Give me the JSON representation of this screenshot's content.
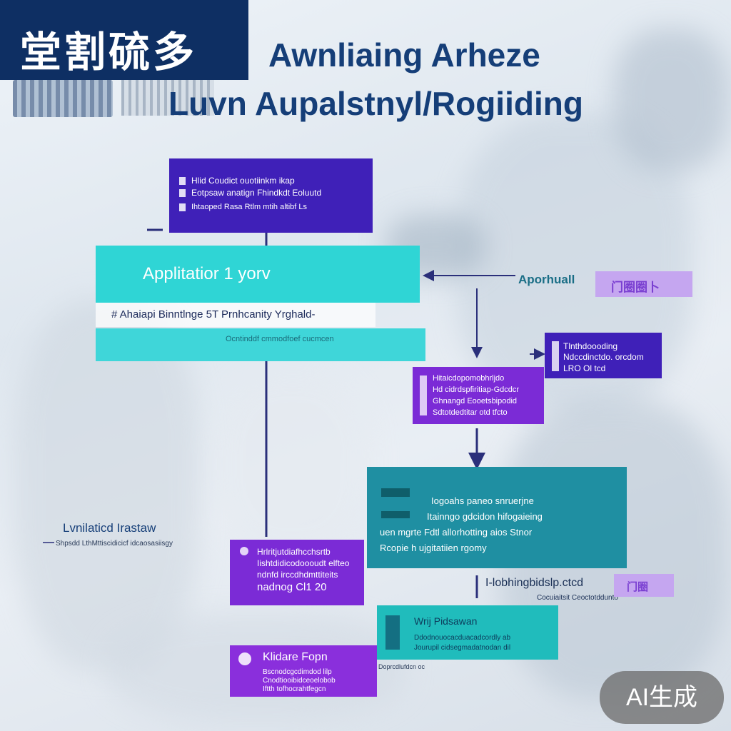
{
  "header": {
    "badge_text": "堂割硫多",
    "title_line1": "Awnliaing Arheze",
    "title_line2": "Luvn Aupalstnyl/Rogiiding"
  },
  "top_box": {
    "rows": [
      "Hlid Coudict ouotiinkm ikap",
      "Eotpsaw anatign Fhindkdt Eoluutd",
      "Ihtaoped Rasa Rtlm mtih altibf Ls"
    ]
  },
  "main_bar": {
    "label": "Applitatior 1 yorv",
    "sub_label": "# Ahaiapi Binntlnge 5T Prnhcanity Yrghald-",
    "caption": "Ocntinddf cmmodfoef cucmcen"
  },
  "reference": {
    "label": "Aporhuall",
    "chip": "门圈圈卜"
  },
  "right_box": {
    "rows": [
      "Tlnthdoooding",
      "Ndccdinctdo. orcdom",
      "LRO Ol tcd"
    ]
  },
  "mid_box": {
    "rows": [
      "Hitaicdopomobhrljdo",
      "Hd cidrdspfiritiap-Gdcdcr",
      "Ghnangd Eooetsbipodid",
      "Sdtotdedtitar otd tfcto"
    ]
  },
  "big_box": {
    "rows": [
      "Iogoahs paneo snruerjne",
      "Itainngo gdcidon hifogaieing",
      "uen mgrte Fdtl allorhotting aios Stnor",
      "Rcopie h ujgitatiien rgomy"
    ]
  },
  "left_note": {
    "title": "Lvnilaticd Irastaw",
    "sub": "Shpsdd LthMttiscidicicf idcaosasiisgy"
  },
  "lower_box": {
    "rows": [
      "Hrlritjutdiafhcchsrtb",
      "Iishtdidicodoooudt elfteo",
      "ndnfd irccdhdmttiteits",
      "nadnog Cl1 20"
    ]
  },
  "status": {
    "title": "I-lobhingbidslp.ctcd",
    "sub": "Cocuiaitsit Ceoctotddunto",
    "chip": "门圈"
  },
  "bottom_box": {
    "title": "Wrij Pidsawan",
    "rows": [
      "Ddodnouocacduacadcordly ab",
      "Jourupil cidsegmadatnodan dil"
    ]
  },
  "caption_small": "Doprcdlufdcn oc",
  "final_box": {
    "title": "Klidare Fopn",
    "rows": [
      "Bscnodcgcdimdod lilp",
      "Cnodtiooibidceoelobob",
      "Iftth tofhocrahtfegcn"
    ]
  },
  "watermark": "AI生成",
  "colors": {
    "navy": "#0e2f63",
    "purple": "#3f20b8",
    "violet": "#7b2bd6",
    "teal": "#1f8fa2",
    "cyan": "#2fd5d5",
    "lavender": "#c5a6f0"
  }
}
